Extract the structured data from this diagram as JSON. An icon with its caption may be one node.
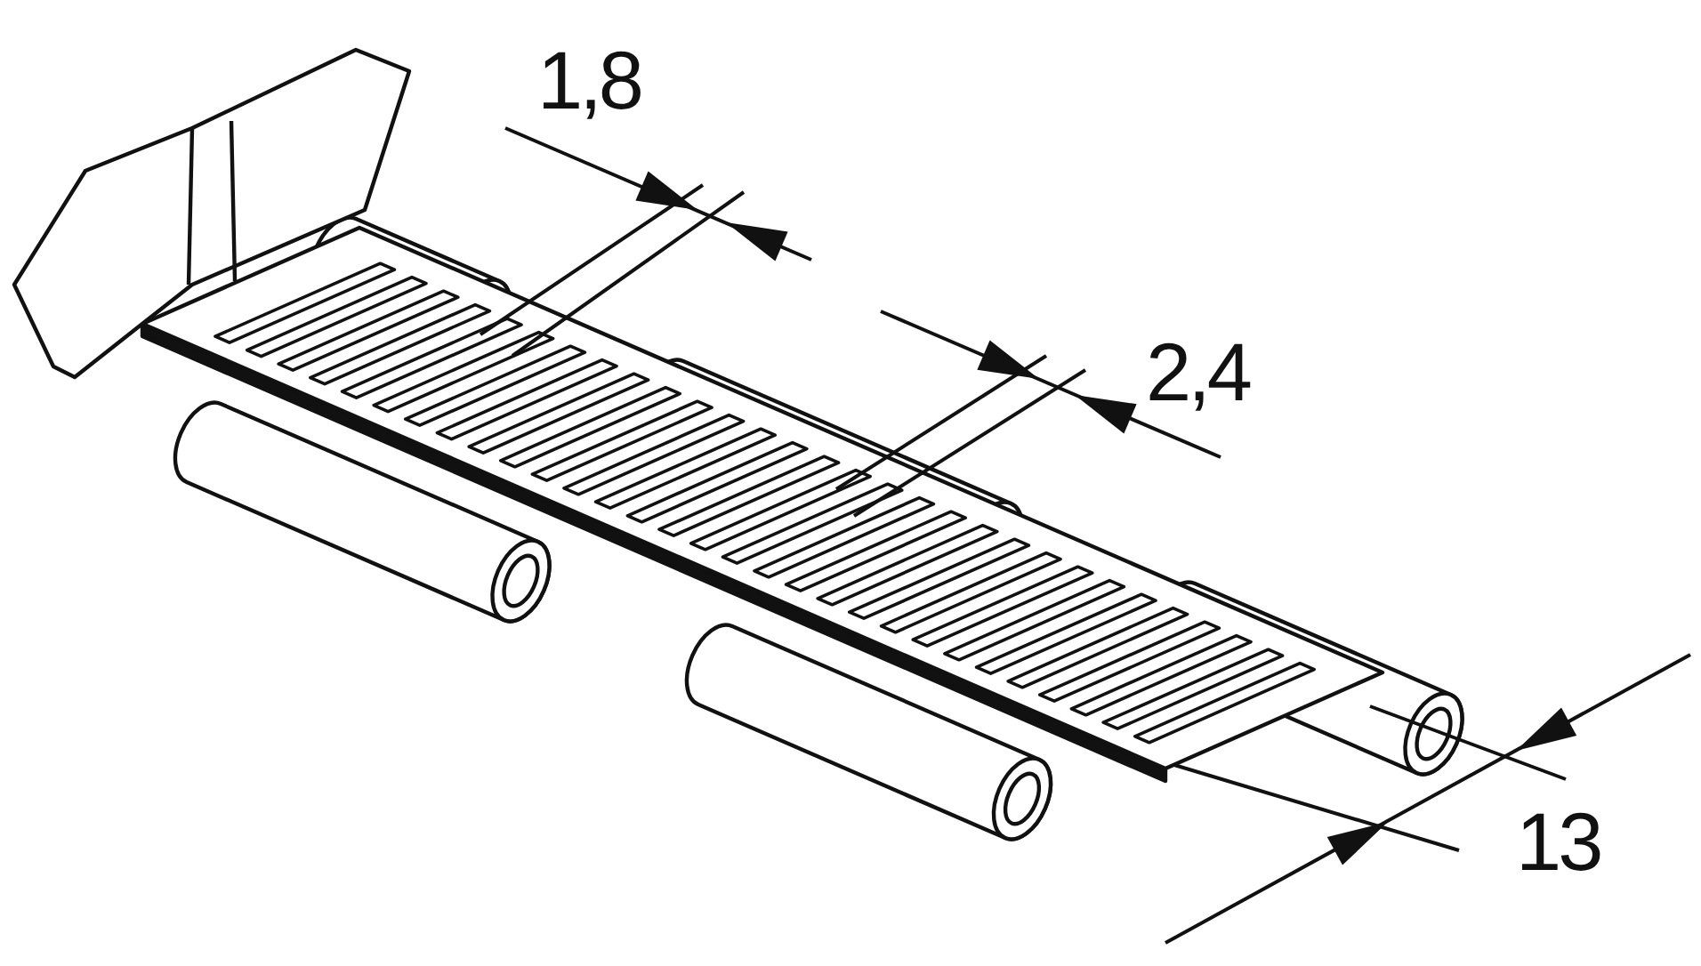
{
  "diagram": {
    "labels": [
      "1,8",
      "2,4",
      "13"
    ]
  }
}
